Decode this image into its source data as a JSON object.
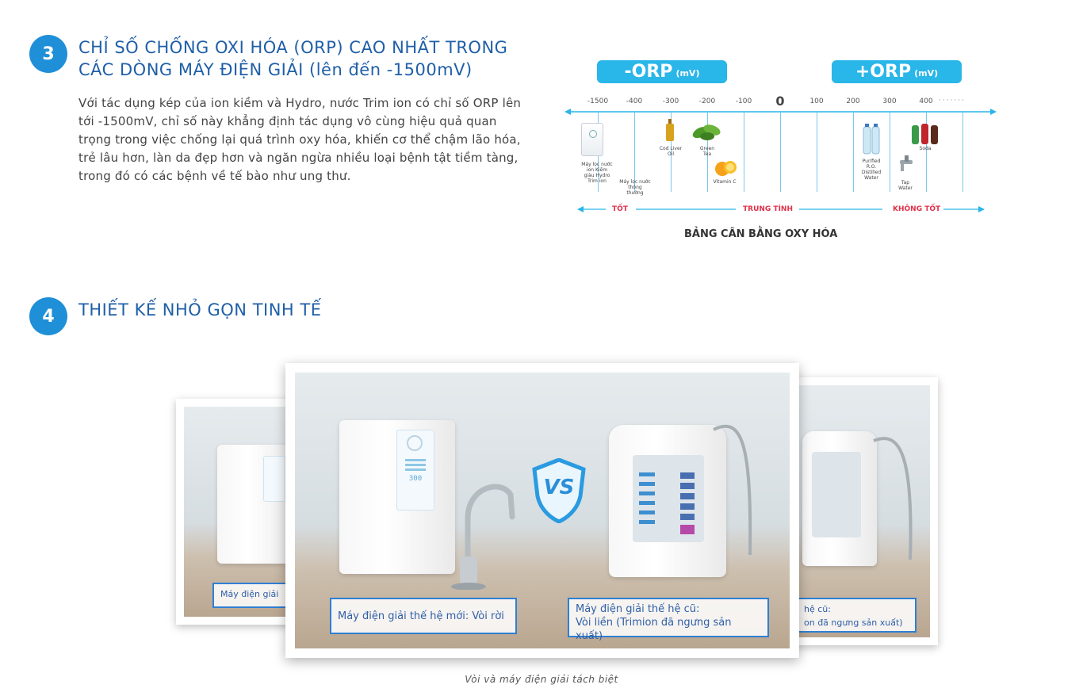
{
  "section3": {
    "number": "3",
    "title_line1": "CHỈ SỐ CHỐNG OXI HÓA (ORP) CAO NHẤT TRONG",
    "title_line2": "CÁC DÒNG MÁY ĐIỆN GIẢI (lên đến -1500mV)",
    "body": "Với tác dụng kép của ion kiềm và Hydro, nước Trim ion có chỉ số ORP lên tới -1500mV, chỉ số này khẳng định tác dụng vô cùng hiệu quả quan trọng trong việc chống lại quá trình oxy hóa, khiến cơ thể chậm lão hóa, trẻ lâu hơn, làn da đẹp hơn và ngăn ngừa nhiều loại bệnh tật tiềm tàng, trong đó có các bệnh về tế bào như ung thư."
  },
  "orp_chart": {
    "neg_label": "-ORP",
    "neg_unit": "(mV)",
    "pos_label": "+ORP",
    "pos_unit": "(mV)",
    "ticks": [
      "-1500",
      "-400",
      "-300",
      "-200",
      "-100",
      "0",
      "100",
      "200",
      "300",
      "400"
    ],
    "dots": "·······",
    "items": {
      "trimion": "Máy lọc nước ion Kiềm giàu Hydro Trim ion",
      "normal": "Máy lọc nước thông thường",
      "cod": "Cod Liver Oil",
      "tea": "Green Tea",
      "vitc": "Vitamin C",
      "purified": "Purified R.O. Distilled Water",
      "soda": "Soda",
      "tap": "Tap Water"
    },
    "scale_good": "TỐT",
    "scale_neutral": "TRUNG TÍNH",
    "scale_bad": "KHÔNG TỐT",
    "caption": "BẢNG CÂN BẰNG OXY HÓA",
    "colors": {
      "pill": "#29b6e8",
      "axis": "#29b6e8",
      "scale_text": "#e0324b"
    }
  },
  "section4": {
    "number": "4",
    "title": "THIẾT KẾ NHỎ GỌN TINH TẾ"
  },
  "gallery": {
    "left_box": "Máy điện giải",
    "center_left_box": "Máy điện giải thế hệ mới:  Vòi rời",
    "center_right_box_line1": "Máy điện giải thế hệ cũ:",
    "center_right_box_line2": "Vòi liền (Trimion đã ngưng sản xuất)",
    "right_box_line1": "hệ cũ:",
    "right_box_line2": "on đã ngưng sản xuất)",
    "display_value": "300",
    "vs_label": "VS",
    "caption": "Vòi và máy điện giải tách biệt"
  }
}
